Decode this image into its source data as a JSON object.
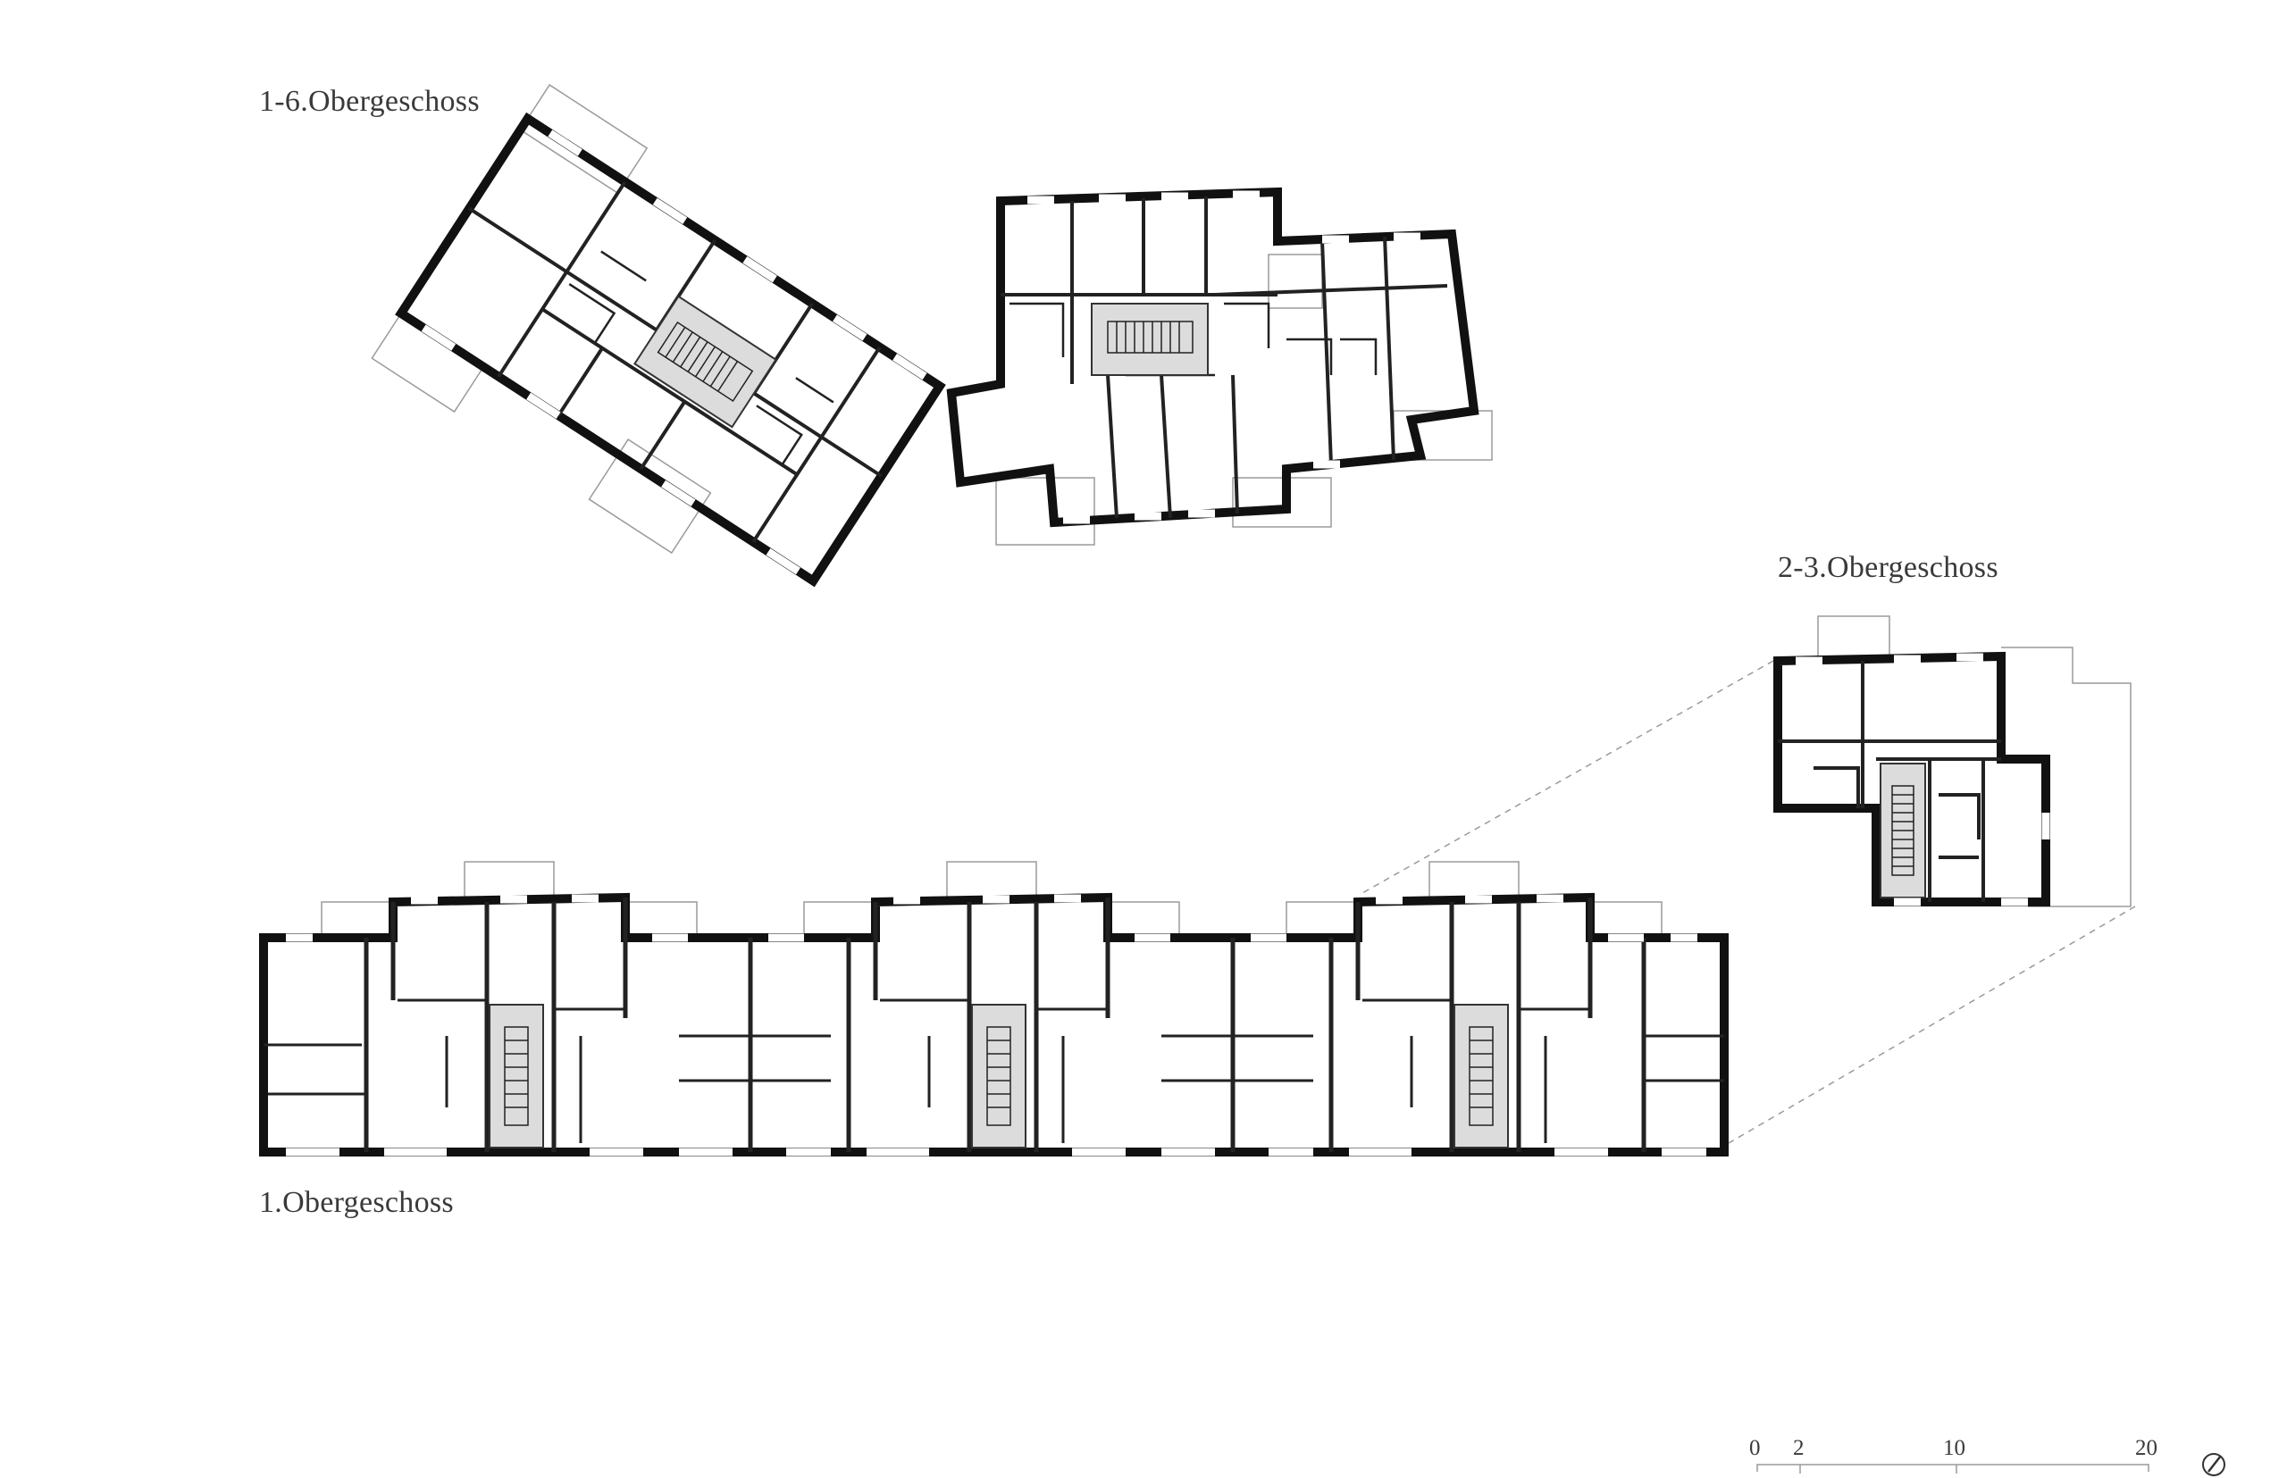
{
  "drawing": {
    "labels": {
      "upper_floors": "1-6.Obergeschoss",
      "detail_floors": "2-3.Obergeschoss",
      "first_floor": "1.Obergeschoss"
    },
    "scale_bar": {
      "ticks": [
        "0",
        "2",
        "10",
        "20"
      ]
    },
    "icons": {
      "north_arrow": "north-arrow-icon",
      "staircase": "staircase-icon"
    },
    "colors": {
      "wall": "#111111",
      "stair_fill": "#dcdcdc",
      "label_text": "#3a3a3a",
      "background": "#ffffff"
    }
  }
}
